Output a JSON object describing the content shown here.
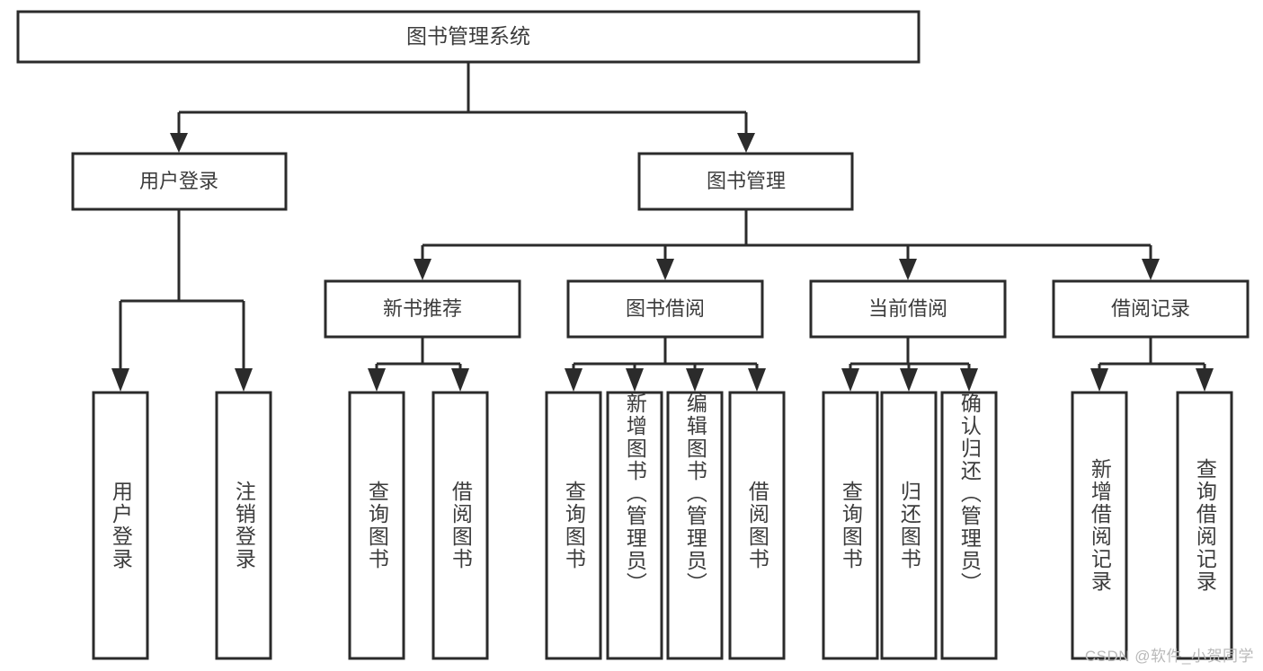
{
  "diagram": {
    "title": "图书管理系统",
    "watermark": "CSDN @软件_小贺同学",
    "colors": {
      "stroke": "#2b2b2b",
      "fill": "#ffffff",
      "text": "#3c3c3c",
      "watermark": "#b9b9b9"
    },
    "levels": {
      "root": "图书管理系统",
      "level2": [
        "用户登录",
        "图书管理"
      ],
      "level3": [
        "新书推荐",
        "图书借阅",
        "当前借阅",
        "借阅记录"
      ]
    },
    "nodes": {
      "root": {
        "label": "图书管理系统"
      },
      "user_login": {
        "label": "用户登录"
      },
      "book_manage": {
        "label": "图书管理"
      },
      "new_book_rec": {
        "label": "新书推荐"
      },
      "book_borrow": {
        "label": "图书借阅"
      },
      "current_borrow": {
        "label": "当前借阅"
      },
      "borrow_record": {
        "label": "借阅记录"
      }
    },
    "leaves": {
      "user_login": [
        {
          "label": "用户登录"
        },
        {
          "label": "注销登录"
        }
      ],
      "new_book_rec": [
        {
          "label": "查询图书"
        },
        {
          "label": "借阅图书"
        }
      ],
      "book_borrow": [
        {
          "label": "查询图书"
        },
        {
          "label": "新增图书（管理员）"
        },
        {
          "label": "编辑图书（管理员）"
        },
        {
          "label": "借阅图书"
        }
      ],
      "current_borrow": [
        {
          "label": "查询图书"
        },
        {
          "label": "归还图书"
        },
        {
          "label": "确认归还（管理员）"
        }
      ],
      "borrow_record": [
        {
          "label": "新增借阅记录"
        },
        {
          "label": "查询借阅记录"
        }
      ]
    }
  }
}
